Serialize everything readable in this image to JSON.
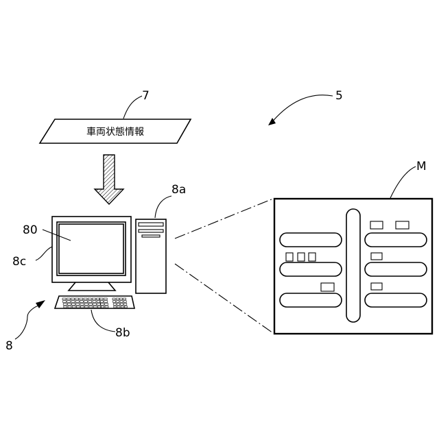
{
  "labels": {
    "ref_7": "7",
    "ref_5": "5",
    "ref_M": "M",
    "ref_8a": "8a",
    "ref_80": "80",
    "ref_8c": "8c",
    "ref_8b": "8b",
    "ref_8": "8"
  },
  "input_box": {
    "text": "車両状態情報"
  }
}
